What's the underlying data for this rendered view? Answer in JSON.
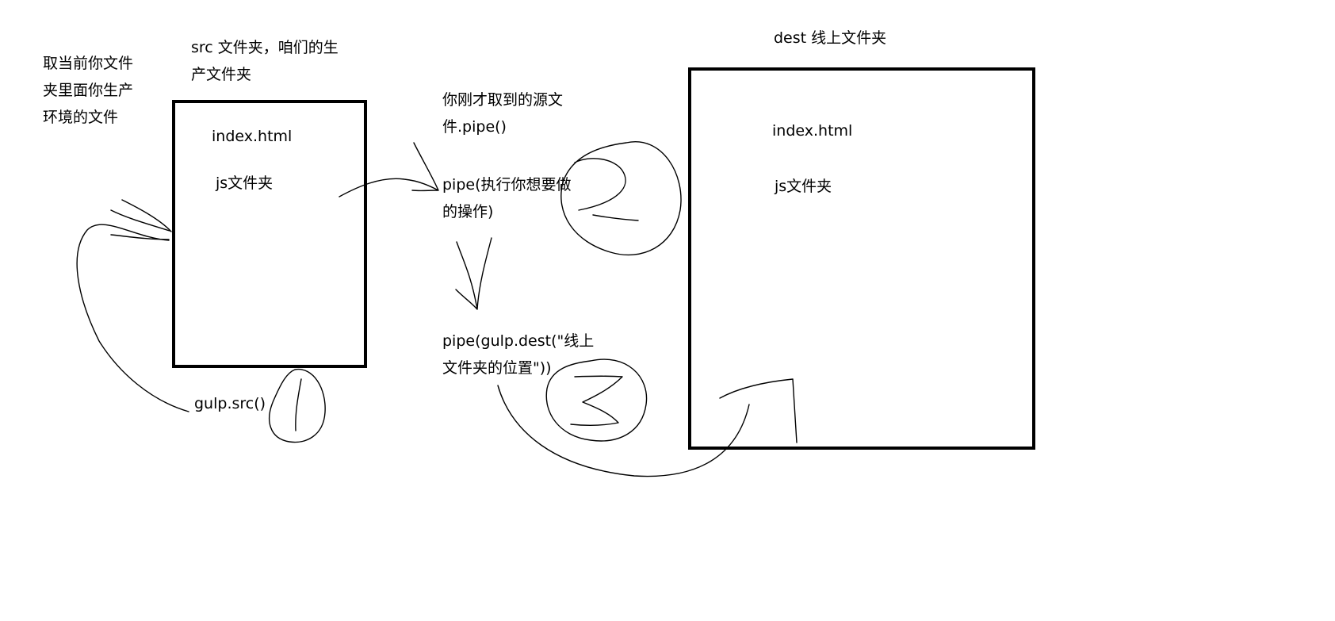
{
  "left_note": {
    "line1": "取当前你文件",
    "line2": "夹里面你生产",
    "line3": "环境的文件"
  },
  "src_title": {
    "line1": "src  文件夹，咱们的生",
    "line2": "产文件夹"
  },
  "src_box": {
    "file": "index.html",
    "folder": "js文件夹"
  },
  "gulp_src": "gulp.src()",
  "pipe_note": {
    "line1": "你刚才取到的源文",
    "line2": "件.pipe()"
  },
  "pipe_exec": {
    "line1": "pipe(执行你想要做",
    "line2": "的操作)"
  },
  "pipe_dest": {
    "line1": "pipe(gulp.dest(\"线上",
    "line2": "文件夹的位置\"))"
  },
  "dest_title": "dest  线上文件夹",
  "dest_box": {
    "file": "index.html",
    "folder": "js文件夹"
  },
  "step_numbers": [
    "1",
    "2",
    "3"
  ]
}
